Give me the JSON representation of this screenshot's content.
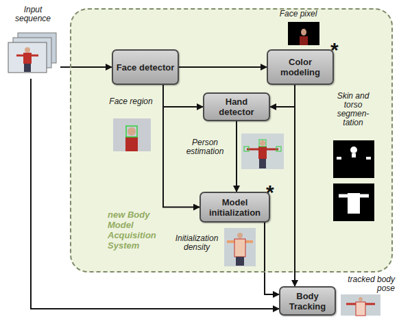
{
  "diagram": {
    "nodes": [
      {
        "text": [
          "Input sequence"
        ]
      },
      {
        "text": [
          "new Body Model Acquisition System"
        ]
      },
      {
        "text": [
          "Face detector"
        ],
        "in": 1
      },
      {
        "text": [
          "Color modeling"
        ],
        "in": 1
      },
      {
        "text": [
          "Hand detector"
        ],
        "in": 1
      },
      {
        "text": [
          "Model initialization"
        ],
        "in": 1
      },
      {
        "text": [
          "Body Tracking"
        ]
      }
    ],
    "edges": [
      {
        "from": 0,
        "to": 2,
        "arrow": "to"
      },
      {
        "from": 2,
        "to": 3,
        "arrow": "to"
      },
      {
        "from": 2,
        "to": 4,
        "arrow": "to"
      },
      {
        "from": 3,
        "to": 4,
        "arrow": "to"
      },
      {
        "from": 2,
        "to": 5,
        "arrow": "to"
      },
      {
        "from": 4,
        "to": 5,
        "arrow": "to"
      },
      {
        "from": 3,
        "to": 6,
        "arrow": "to"
      },
      {
        "from": 5,
        "to": 6,
        "arrow": "to"
      },
      {
        "from": 0,
        "to": 6,
        "arrow": "to"
      }
    ],
    "labels": [
      "Face pixel",
      "*",
      "Face region",
      "Skin and torso segmen-tation",
      "Person estimation",
      "*",
      "Initialization density",
      "tracked body pose"
    ]
  }
}
